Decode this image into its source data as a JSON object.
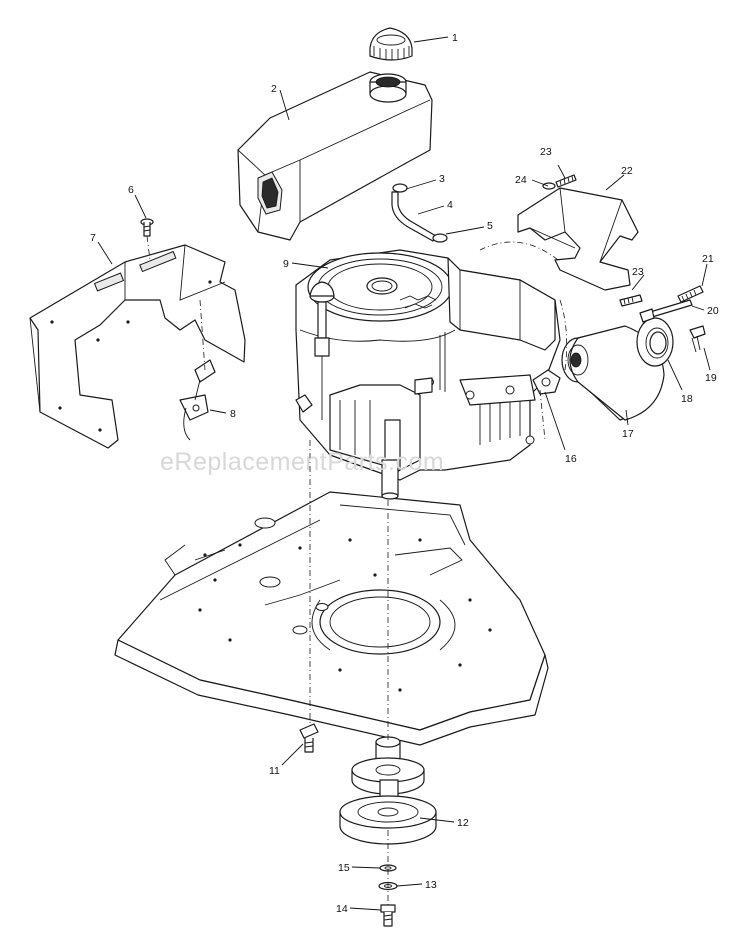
{
  "watermark": "eReplacementParts.com",
  "callouts": [
    {
      "id": "callout-1",
      "label": "1"
    },
    {
      "id": "callout-2",
      "label": "2"
    },
    {
      "id": "callout-3",
      "label": "3"
    },
    {
      "id": "callout-4",
      "label": "4"
    },
    {
      "id": "callout-5",
      "label": "5"
    },
    {
      "id": "callout-6",
      "label": "6"
    },
    {
      "id": "callout-7",
      "label": "7"
    },
    {
      "id": "callout-8",
      "label": "8"
    },
    {
      "id": "callout-9",
      "label": "9"
    },
    {
      "id": "callout-11",
      "label": "11"
    },
    {
      "id": "callout-12",
      "label": "12"
    },
    {
      "id": "callout-13",
      "label": "13"
    },
    {
      "id": "callout-14",
      "label": "14"
    },
    {
      "id": "callout-15",
      "label": "15"
    },
    {
      "id": "callout-16",
      "label": "16"
    },
    {
      "id": "callout-17",
      "label": "17"
    },
    {
      "id": "callout-18",
      "label": "18"
    },
    {
      "id": "callout-19",
      "label": "19"
    },
    {
      "id": "callout-20",
      "label": "20"
    },
    {
      "id": "callout-21",
      "label": "21"
    },
    {
      "id": "callout-22",
      "label": "22"
    },
    {
      "id": "callout-23a",
      "label": "23"
    },
    {
      "id": "callout-23b",
      "label": "23"
    },
    {
      "id": "callout-24",
      "label": "24"
    }
  ]
}
